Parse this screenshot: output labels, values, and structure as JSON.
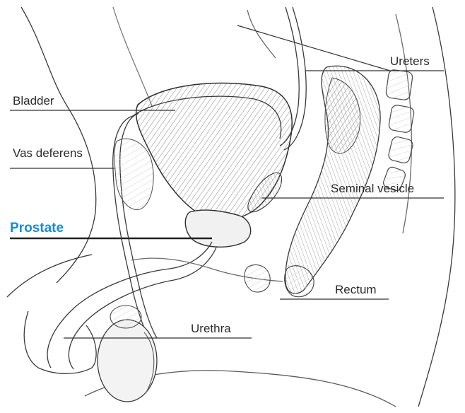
{
  "labels": {
    "ureters": "Ureters",
    "bladder": "Bladder",
    "vas_deferens": "Vas deferens",
    "seminal_vesicle": "Seminal vesicle",
    "prostate": "Prostate",
    "rectum": "Rectum",
    "urethra": "Urethra"
  },
  "colors": {
    "highlight": "#1a8bd0",
    "label_text": "#2b2b2b",
    "leader_line": "#333333",
    "sketch_stroke": "#3a3a3a",
    "shading": "#8f8f8f"
  }
}
